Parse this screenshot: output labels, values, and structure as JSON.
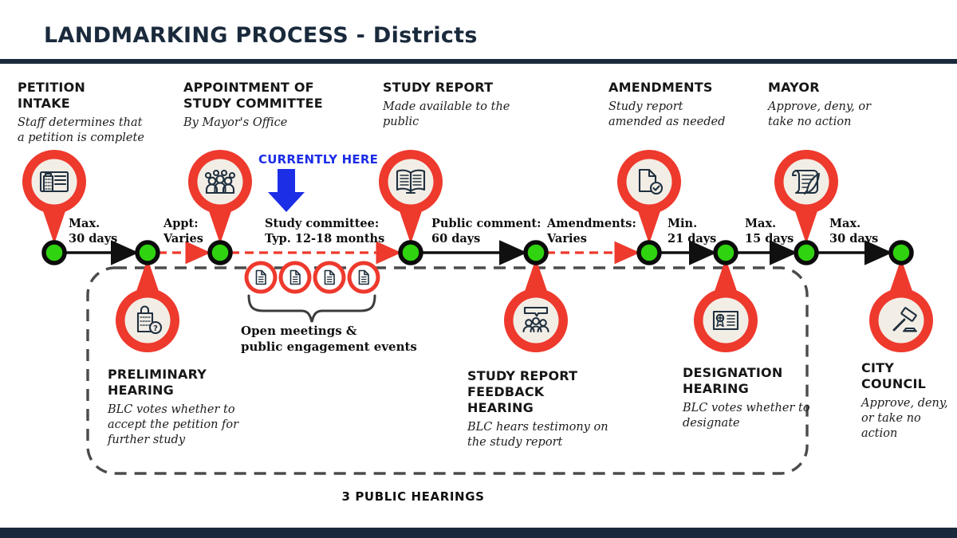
{
  "title": "LANDMARKING PROCESS - Districts",
  "annotations": {
    "currently_here": "CURRENTLY HERE",
    "open_meetings_line1": "Open meetings &",
    "open_meetings_line2": "public engagement events",
    "public_hearings": "3 PUBLIC HEARINGS"
  },
  "icons": {
    "question_mark": "?"
  },
  "stages_top": [
    {
      "lines": [
        "PETITION",
        "INTAKE"
      ],
      "subtitle": "Staff determines that a petition is complete",
      "icon": "petition-document"
    },
    {
      "lines": [
        "APPOINTMENT OF",
        "STUDY COMMITTEE"
      ],
      "subtitle": "By Mayor's Office",
      "icon": "committee-people"
    },
    {
      "lines": [
        "STUDY REPORT"
      ],
      "subtitle": "Made available to the public",
      "icon": "open-book"
    },
    {
      "lines": [
        "AMENDMENTS"
      ],
      "subtitle": "Study report amended as needed",
      "icon": "document-check"
    },
    {
      "lines": [
        "MAYOR"
      ],
      "subtitle": "Approve, deny, or take no action",
      "icon": "scroll-quill"
    }
  ],
  "stages_bottom": [
    {
      "lines": [
        "PRELIMINARY",
        "HEARING"
      ],
      "subtitle": "BLC votes whether to accept the petition for further study",
      "icon": "building-question"
    },
    {
      "lines": [
        "STUDY REPORT",
        "FEEDBACK",
        "HEARING"
      ],
      "subtitle": "BLC hears testimony on the study report",
      "icon": "testimony-people"
    },
    {
      "lines": [
        "DESIGNATION",
        "HEARING"
      ],
      "subtitle": "BLC votes whether to designate",
      "icon": "certificate-ribbon"
    },
    {
      "lines": [
        "CITY",
        "COUNCIL"
      ],
      "subtitle": "Approve, deny, or take no action",
      "icon": "gavel"
    }
  ],
  "timeline_labels": [
    [
      "Max.",
      "30 days"
    ],
    [
      "Appt:",
      "Varies"
    ],
    [
      "Study committee:",
      "Typ. 12-18 months"
    ],
    [
      "Public comment:",
      "60 days"
    ],
    [
      "Amendments:",
      "Varies"
    ],
    [
      "Min.",
      "21 days"
    ],
    [
      "Max.",
      "15 days"
    ],
    [
      "Max.",
      "30 days"
    ]
  ],
  "colors": {
    "accent_red": "#ee392d",
    "dot_green": "#2fd30f",
    "navy": "#1a2a3c",
    "highlight_blue": "#1c2ee6",
    "pin_fill": "#f2eee6",
    "dash_gray": "#4b4b4b"
  }
}
